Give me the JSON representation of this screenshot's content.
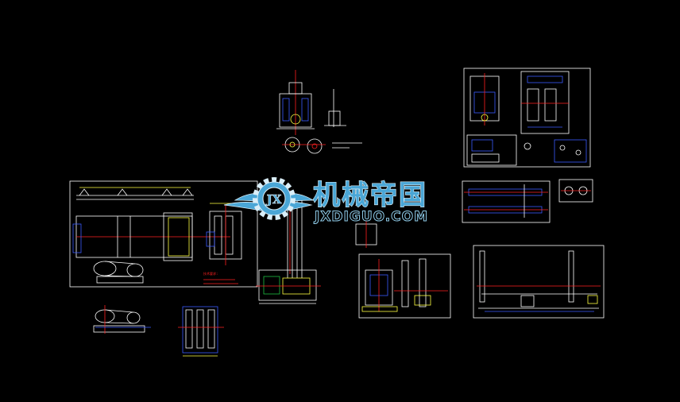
{
  "watermark": {
    "brand_cn": "机械帝国",
    "brand_url": "JXDIGUO.COM",
    "emblem_letters": "JX"
  },
  "colors": {
    "background": "#000000",
    "frame": "#ffffff",
    "centerline": "#ff2020",
    "object": "#ffffff",
    "hidden": "#3a5bff",
    "dimension": "#ffff40",
    "construction": "#20c040",
    "watermark": "#4aa6d6"
  },
  "drawings": [
    {
      "id": "view-top-center",
      "type": "elevation"
    },
    {
      "id": "view-left-assembly",
      "type": "assembly-frame"
    },
    {
      "id": "view-center-column",
      "type": "section"
    },
    {
      "id": "view-bottom-left-1",
      "type": "detail"
    },
    {
      "id": "view-bottom-left-2",
      "type": "detail"
    },
    {
      "id": "sheet-top-right",
      "type": "detail-sheet"
    },
    {
      "id": "view-right-shaft",
      "type": "shaft"
    },
    {
      "id": "view-small-right",
      "type": "detail"
    },
    {
      "id": "view-mid-right",
      "type": "assembly"
    },
    {
      "id": "view-far-right",
      "type": "assembly"
    }
  ]
}
